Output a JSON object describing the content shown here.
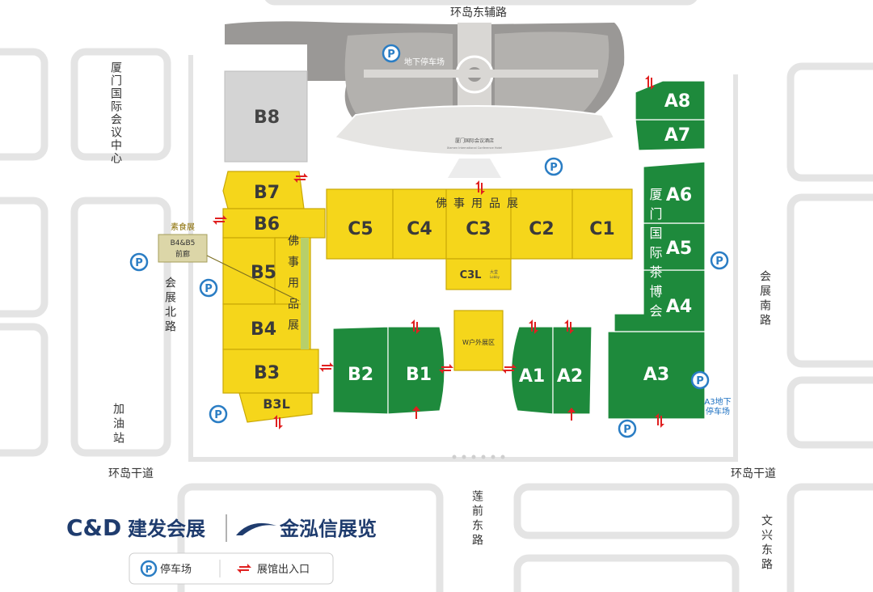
{
  "map": {
    "colors": {
      "yellow_hall": "#f5d61b",
      "green_hall": "#1e8a3c",
      "gray_hall": "#d4d4d4",
      "road": "#e4e4e4",
      "parking": "#2a7dc4",
      "entrance_arrow": "#e02020",
      "brand_red": "#e0262b",
      "brand_navy": "#1f3c6e"
    },
    "roads": {
      "north": "环岛东辅路",
      "west": "会展北路",
      "east": "会展南路",
      "south_left": "环岛干道",
      "south_right": "环岛干道",
      "center_south": "莲前东路",
      "south_east": "文兴东路"
    },
    "places": {
      "conference_center": "厦门国际会议中心",
      "gas_station": "加油站",
      "underground_parking": "地下停车场",
      "hotel": "厦门国际会议酒店",
      "hotel_en": "Xiamen International Conference Hotel"
    },
    "halls": {
      "B8": "B8",
      "B7": "B7",
      "B6": "B6",
      "B5": "B5",
      "B4": "B4",
      "B3": "B3",
      "B3L": "B3L",
      "C5": "C5",
      "C4": "C4",
      "C3": "C3",
      "C2": "C2",
      "C1": "C1",
      "C3L": "C3L",
      "C3L_sub": "大堂",
      "C3L_sub_en": "Lobby",
      "B2": "B2",
      "B1": "B1",
      "A1": "A1",
      "A2": "A2",
      "A3": "A3",
      "A4": "A4",
      "A5": "A5",
      "A6": "A6",
      "A7": "A7",
      "A8": "A8",
      "outdoor": "W户外展区"
    },
    "zones": {
      "buddhist_row": "佛事用品展",
      "buddhist_col": "佛事用品展",
      "tea_expo": "厦门国际茶博会",
      "vegetarian": "素食展",
      "b4b5_corridor": "B4&B5前廊",
      "a3_parking": "A3地下停车场"
    }
  },
  "legend": {
    "parking": "停车场",
    "entrance": "展馆出入口"
  },
  "brands": {
    "cd_logo": "C&D",
    "cd_name": "建发会展",
    "jh_name": "金泓信展览"
  }
}
